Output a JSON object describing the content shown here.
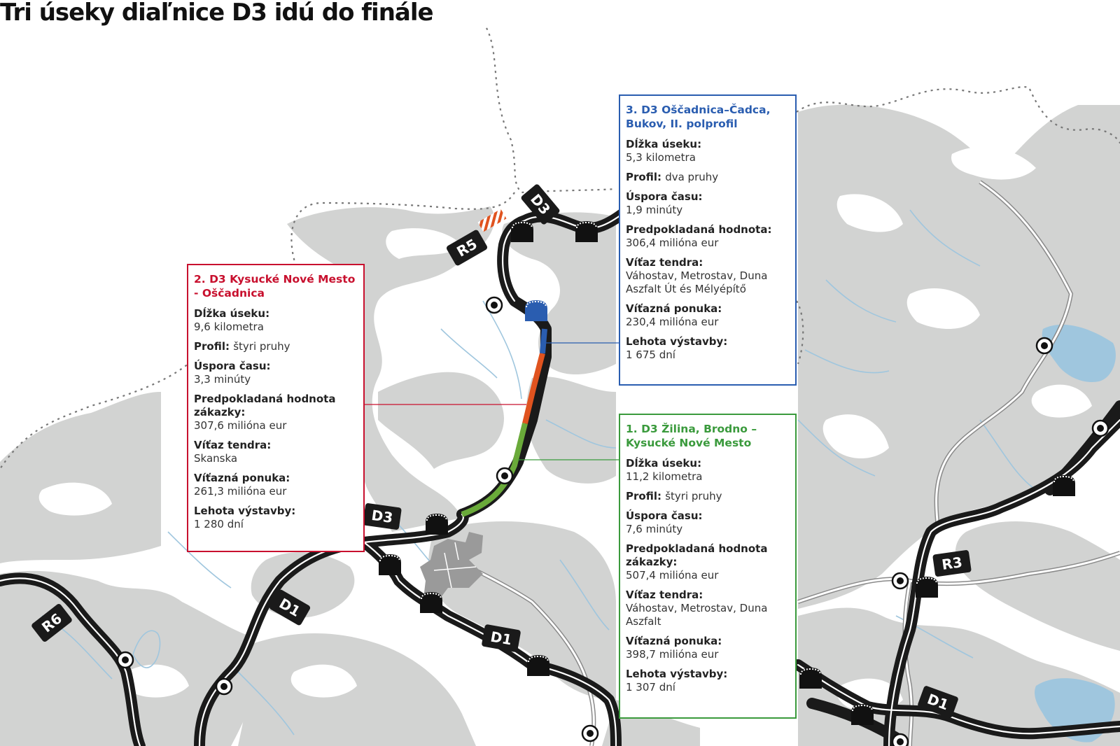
{
  "title": "Tri úseky diaľnice D3 idú do finále",
  "road_labels": {
    "d3_north": "D3",
    "d3_south": "D3",
    "r5": "R5",
    "r6": "R6",
    "r3": "R3",
    "d1_west": "D1",
    "d1_mid": "D1",
    "d1_east": "D1"
  },
  "colors": {
    "section1": "#6aaa3a",
    "section2": "#e0531f",
    "section3": "#2a5db0",
    "forest": "#d2d3d2",
    "water": "#9fc6de",
    "road": "#1a1a1a"
  },
  "sections": [
    {
      "title": "1. D3 Žilina, Brodno – Kysucké Nové Mesto",
      "fields": [
        {
          "label": "Dĺžka úseku:",
          "value": "11,2 kilometra",
          "inline": false
        },
        {
          "label": "Profil:",
          "value": "štyri pruhy",
          "inline": true
        },
        {
          "label": "Úspora času:",
          "value": "7,6 minúty",
          "inline": false
        },
        {
          "label": "Predpokladaná hodnota zákazky:",
          "value": "507,4 milióna eur",
          "inline": false
        },
        {
          "label": "Víťaz tendra:",
          "value": "Váhostav, Metrostav, Duna Aszfalt",
          "inline": false
        },
        {
          "label": "Víťazná ponuka:",
          "value": "398,7 milióna eur",
          "inline": false
        },
        {
          "label": "Lehota výstavby:",
          "value": "1 307 dní",
          "inline": false
        }
      ]
    },
    {
      "title": "2. D3 Kysucké Nové Mesto - Oščadnica",
      "fields": [
        {
          "label": "Dĺžka úseku:",
          "value": "9,6 kilometra",
          "inline": false
        },
        {
          "label": "Profil:",
          "value": "štyri pruhy",
          "inline": true
        },
        {
          "label": "Úspora času:",
          "value": "3,3 minúty",
          "inline": false
        },
        {
          "label": "Predpokladaná hodnota zákazky:",
          "value": "307,6 milióna eur",
          "inline": false
        },
        {
          "label": "Víťaz tendra:",
          "value": "Skanska",
          "inline": false
        },
        {
          "label": "Víťazná ponuka:",
          "value": "261,3 milióna eur",
          "inline": false
        },
        {
          "label": "Lehota výstavby:",
          "value": "1 280 dní",
          "inline": false
        }
      ]
    },
    {
      "title": "3. D3 Oščadnica–Čadca, Bukov, II. polprofil",
      "fields": [
        {
          "label": "Dĺžka úseku:",
          "value": "5,3 kilometra",
          "inline": false
        },
        {
          "label": "Profil:",
          "value": "dva pruhy",
          "inline": true
        },
        {
          "label": "Úspora času:",
          "value": "1,9 minúty",
          "inline": false
        },
        {
          "label": "Predpokladaná hodnota:",
          "value": "306,4 milióna eur",
          "inline": false
        },
        {
          "label": "Víťaz tendra:",
          "value": "Váhostav, Metrostav, Duna Aszfalt Út és Mélyépítő",
          "inline": false
        },
        {
          "label": "Víťazná ponuka:",
          "value": "230,4 milióna eur",
          "inline": false
        },
        {
          "label": "Lehota výstavby:",
          "value": "1 675 dní",
          "inline": false
        }
      ]
    }
  ]
}
